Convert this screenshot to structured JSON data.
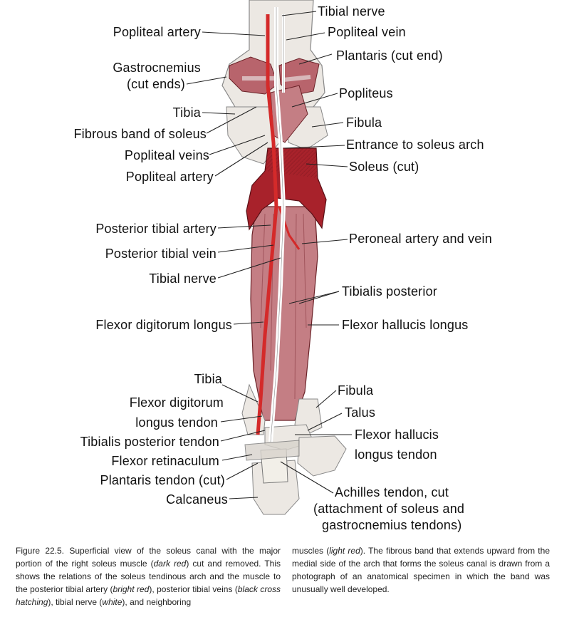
{
  "figure": {
    "labels_left": [
      "Popliteal artery",
      "Gastrocnemius",
      "(cut ends)",
      "Tibia",
      "Fibrous band of soleus",
      "Popliteal veins",
      "Popliteal artery",
      "Posterior tibial artery",
      "Posterior tibial vein",
      "Tibial nerve",
      "Flexor digitorum longus",
      "Tibia",
      "Flexor digitorum",
      "longus tendon",
      "Tibialis posterior tendon",
      "Flexor retinaculum",
      "Plantaris tendon (cut)",
      "Calcaneus"
    ],
    "labels_right": [
      "Tibial nerve",
      "Popliteal vein",
      "Plantaris (cut end)",
      "Popliteus",
      "Fibula",
      "Entrance to soleus arch",
      "Soleus (cut)",
      "Peroneal artery and vein",
      "Tibialis posterior",
      "Flexor hallucis longus",
      "Fibula",
      "Talus",
      "Flexor hallucis",
      "longus tendon",
      "Achilles tendon, cut",
      "(attachment of soleus and",
      "gastrocnemius tendons)"
    ]
  },
  "caption": {
    "left_parts": [
      "Figure 22.5.  Superficial view of the soleus canal with the major portion of the right soleus muscle (",
      "dark red",
      ") cut and removed. This shows the relations of the soleus tendinous arch and the muscle to the posterior tibial artery (",
      "bright red",
      "), posterior tibial veins (",
      "black cross hatching",
      "), tibial nerve (",
      "white",
      "), and neighboring"
    ],
    "right_parts": [
      "muscles (",
      "light red",
      "). The fibrous band that extends upward from the medial side of the arch that forms the soleus canal is drawn from a photograph of an anatomical specimen in which the band was unusually well developed."
    ]
  },
  "colors": {
    "soleus": "#a8222b",
    "muscle": "#c47e84",
    "artery": "#d42a2a",
    "nerve": "#ffffff",
    "bone": "#ece8e3",
    "line": "#222222"
  }
}
